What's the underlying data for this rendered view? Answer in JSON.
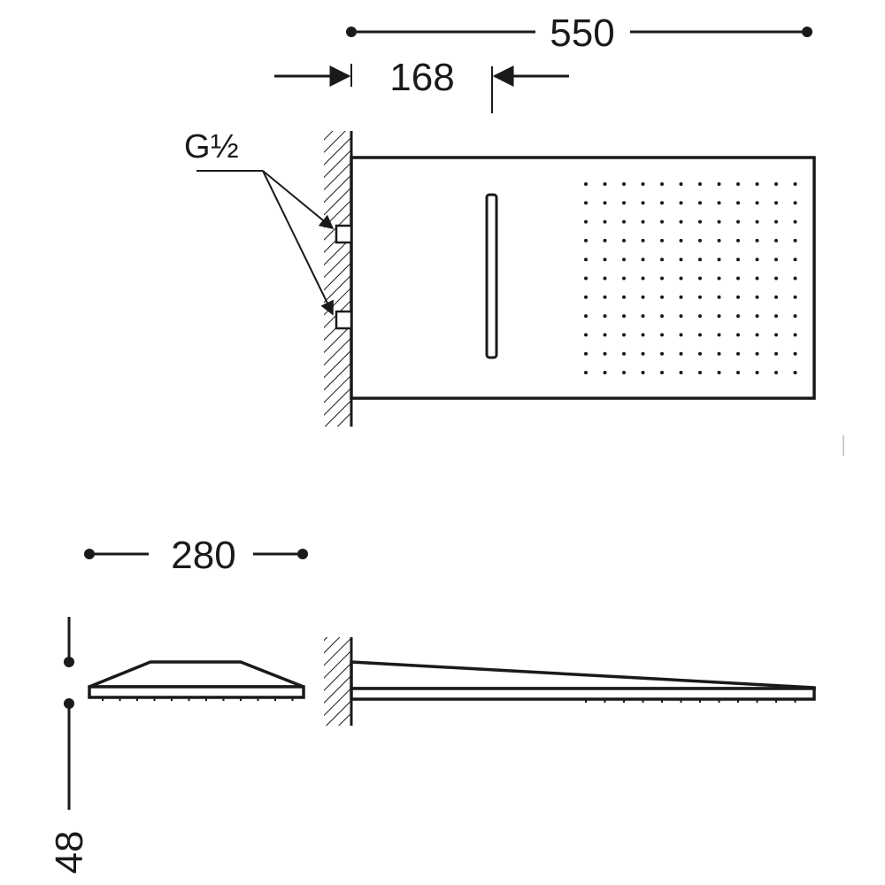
{
  "dimensions": {
    "overall_length": "550",
    "wall_offset": "168",
    "width": "280",
    "height": "48"
  },
  "thread": {
    "label": "G",
    "fraction": "½"
  },
  "colors": {
    "ink": "#1a1a1a",
    "background": "#ffffff"
  }
}
